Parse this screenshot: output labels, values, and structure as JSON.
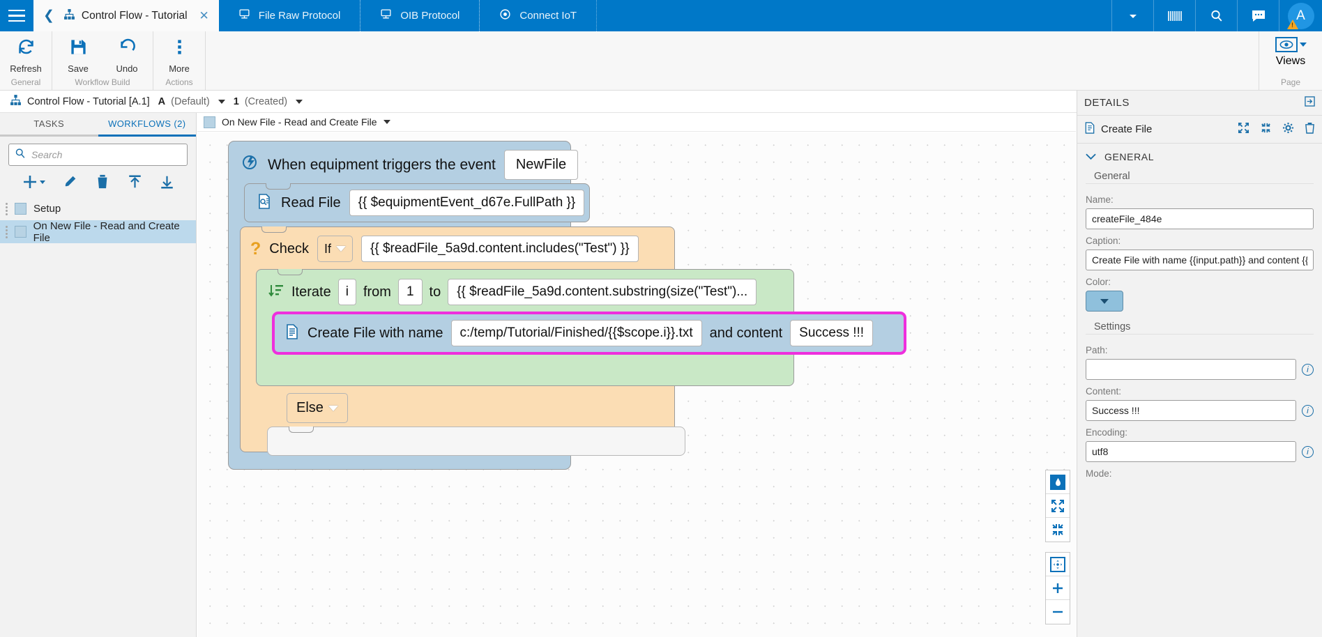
{
  "topbar": {
    "menu_icon": "hamburger-icon",
    "active_tab": {
      "label": "Control Flow - Tutorial",
      "icon": "sitemap-icon",
      "back_icon": "chevron-left-icon",
      "close_icon": "close-icon"
    },
    "tabs": [
      {
        "label": "File Raw Protocol",
        "icon": "protocol-icon"
      },
      {
        "label": "OIB Protocol",
        "icon": "protocol-icon"
      },
      {
        "label": "Connect IoT",
        "icon": "gear-circle-icon"
      }
    ],
    "right_actions": [
      {
        "icon": "chevron-down-icon"
      },
      {
        "icon": "barcode-icon"
      },
      {
        "icon": "search-icon"
      },
      {
        "icon": "chat-icon"
      }
    ],
    "avatar": {
      "initial": "A",
      "badge": "warning-icon"
    },
    "accent_color": "#0078c8"
  },
  "ribbon": {
    "groups": [
      {
        "label": "General",
        "buttons": [
          {
            "label": "Refresh",
            "icon": "refresh-icon"
          }
        ]
      },
      {
        "label": "Workflow Build",
        "buttons": [
          {
            "label": "Save",
            "icon": "save-icon"
          },
          {
            "label": "Undo",
            "icon": "undo-icon"
          }
        ]
      },
      {
        "label": "Actions",
        "buttons": [
          {
            "label": "More",
            "icon": "more-vertical-icon"
          }
        ]
      }
    ],
    "page_group": {
      "label": "Page",
      "button": {
        "label": "Views",
        "icon": "eye-icon",
        "caret": "chevron-down-icon"
      }
    }
  },
  "breadcrumb": {
    "icon": "sitemap-icon",
    "title": "Control Flow - Tutorial [A.1]",
    "version_letter": "A",
    "version_state": "(Default)",
    "revision_number": "1",
    "revision_state": "(Created)",
    "panel_toggle_icon": "panel-toggle-icon"
  },
  "left_panel": {
    "tabs": [
      {
        "label": "TASKS",
        "selected": false
      },
      {
        "label": "WORKFLOWS (2)",
        "selected": true
      }
    ],
    "search": {
      "placeholder": "Search",
      "value": "",
      "icon": "search-icon"
    },
    "tools": [
      {
        "icon": "plus-icon",
        "caret": true
      },
      {
        "icon": "pencil-icon"
      },
      {
        "icon": "trash-icon"
      },
      {
        "icon": "import-icon"
      },
      {
        "icon": "export-icon"
      }
    ],
    "items": [
      {
        "label": "Setup",
        "selected": false
      },
      {
        "label": "On New File - Read and Create File",
        "selected": true
      }
    ]
  },
  "canvas": {
    "header": {
      "label": "On New File - Read and Create File",
      "caret": "chevron-down-icon",
      "swatch": "block-swatch"
    },
    "blocks": {
      "trigger": {
        "icon": "event-trigger-icon",
        "label": "When equipment triggers the event",
        "value": "NewFile",
        "color": "#b4cfe2"
      },
      "read_file": {
        "icon": "read-file-icon",
        "label": "Read File",
        "value": "{{ $equipmentEvent_d67e.FullPath }}",
        "color": "#b4cfe2"
      },
      "check": {
        "icon": "question-icon",
        "label": "Check",
        "operator": "If",
        "value": "{{ $readFile_5a9d.content.includes(\"Test\") }}",
        "color": "#fbddb4"
      },
      "iterate": {
        "icon": "iterate-icon",
        "label": "Iterate",
        "variable": "i",
        "from_label": "from",
        "from_value": "1",
        "to_label": "to",
        "to_value": "{{ $readFile_5a9d.content.substring(size(\"Test\")...",
        "color": "#c9e8c6"
      },
      "create_file": {
        "icon": "create-file-icon",
        "label": "Create File with name",
        "name_value": "c:/temp/Tutorial/Finished/{{$scope.i}}.txt",
        "content_label": "and content",
        "content_value": "Success !!!",
        "color": "#b4cfe2",
        "selection_color": "#ee2fdd"
      },
      "else": {
        "label": "Else",
        "caret": "chevron-down-icon"
      }
    },
    "tools": [
      {
        "icon": "theme-icon",
        "active": true
      },
      {
        "icon": "expand-all-icon"
      },
      {
        "icon": "collapse-all-icon"
      },
      {
        "icon": "fit-to-view-icon",
        "active": true
      },
      {
        "icon": "zoom-in-icon"
      },
      {
        "icon": "zoom-out-icon"
      }
    ]
  },
  "details": {
    "header": "DETAILS",
    "expand_icon": "panel-expand-icon",
    "title": "Create File",
    "title_icon": "create-file-icon",
    "actions": [
      {
        "icon": "expand-icon"
      },
      {
        "icon": "collapse-icon"
      },
      {
        "icon": "gear-icon"
      },
      {
        "icon": "trash-icon"
      }
    ],
    "section": {
      "label": "GENERAL",
      "caret": "chevron-down-icon"
    },
    "subsections": [
      {
        "label": "General",
        "fields": [
          {
            "label": "Name:",
            "value": "createFile_484e",
            "info": false
          },
          {
            "label": "Caption:",
            "value": "Create File with name {{input.path}} and content {{cc",
            "info": false
          },
          {
            "label": "Color:",
            "type": "color",
            "value": "#8fc0dc"
          }
        ]
      },
      {
        "label": "Settings",
        "fields": [
          {
            "label": "Path:",
            "value": "",
            "info": true
          },
          {
            "label": "Content:",
            "value": "Success !!!",
            "info": true
          },
          {
            "label": "Encoding:",
            "value": "utf8",
            "info": true
          },
          {
            "label": "Mode:",
            "value": "",
            "info": false
          }
        ]
      }
    ]
  }
}
